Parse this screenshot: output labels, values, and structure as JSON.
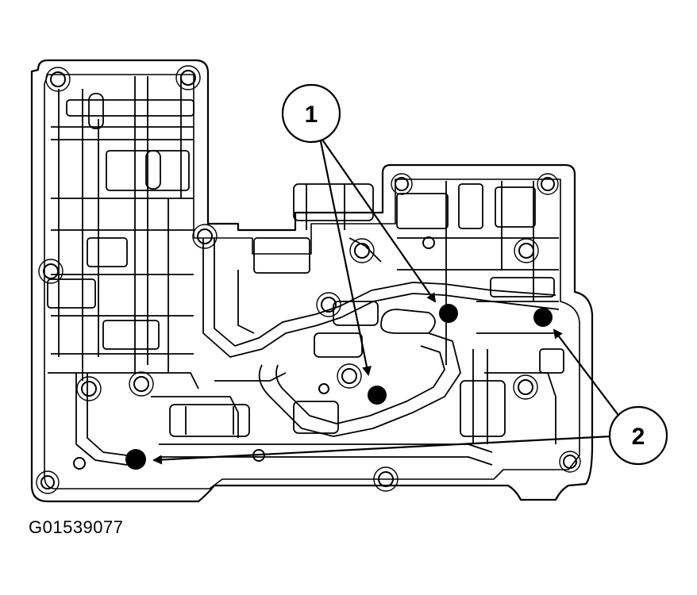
{
  "figure_id": "G01539077",
  "callouts": [
    {
      "label": "1",
      "target_count": 2
    },
    {
      "label": "2",
      "target_count": 2
    }
  ],
  "colors": {
    "line": "#000000",
    "background": "#ffffff"
  }
}
